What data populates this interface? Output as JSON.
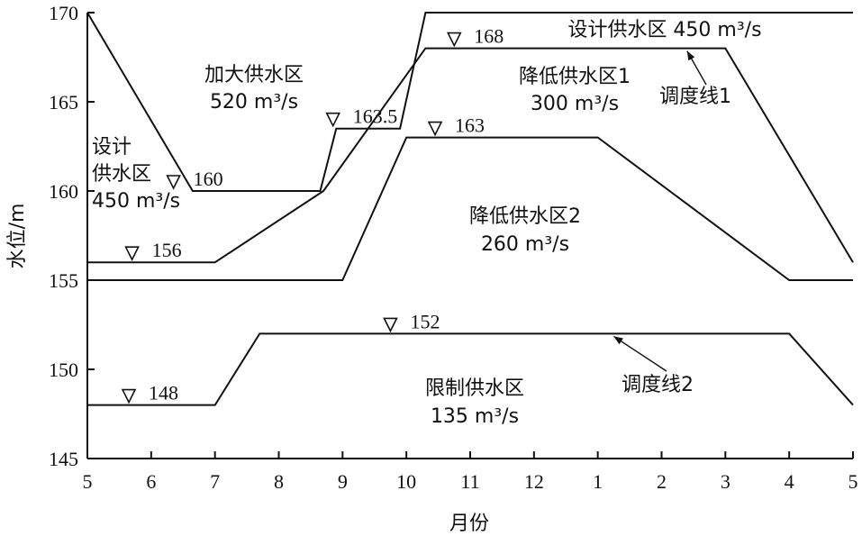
{
  "chart_data": {
    "type": "line",
    "xlabel": "月份",
    "ylabel": "水位/m",
    "x_ticks": [
      "5",
      "6",
      "7",
      "8",
      "9",
      "10",
      "11",
      "12",
      "1",
      "2",
      "3",
      "4",
      "5"
    ],
    "y_ticks": [
      145,
      150,
      155,
      160,
      165,
      170
    ],
    "xlim": [
      0,
      12
    ],
    "ylim": [
      145,
      170
    ],
    "series": [
      {
        "points": [
          [
            0,
            170
          ],
          [
            1.65,
            160
          ],
          [
            3.65,
            160
          ],
          [
            3.9,
            163.5
          ],
          [
            4.9,
            163.5
          ],
          [
            5.3,
            170
          ],
          [
            12,
            170
          ]
        ]
      },
      {
        "points": [
          [
            0,
            156
          ],
          [
            2,
            156
          ],
          [
            3.7,
            160
          ],
          [
            5.3,
            168
          ],
          [
            10,
            168
          ],
          [
            12,
            156
          ]
        ]
      },
      {
        "points": [
          [
            0,
            155
          ],
          [
            4,
            155
          ],
          [
            5,
            163
          ],
          [
            8,
            163
          ],
          [
            11,
            155
          ],
          [
            12,
            155
          ]
        ]
      },
      {
        "points": [
          [
            0,
            148
          ],
          [
            2,
            148
          ],
          [
            2.7,
            152
          ],
          [
            11,
            152
          ],
          [
            12,
            148
          ]
        ]
      }
    ],
    "level_labels": [
      {
        "x": 1.35,
        "y": 160,
        "text": "160"
      },
      {
        "x": 3.85,
        "y": 163.5,
        "text": "163.5"
      },
      {
        "x": 5.75,
        "y": 168,
        "text": "168"
      },
      {
        "x": 5.45,
        "y": 163,
        "text": "163"
      },
      {
        "x": 0.7,
        "y": 156,
        "text": "156"
      },
      {
        "x": 4.75,
        "y": 152,
        "text": "152"
      },
      {
        "x": 0.65,
        "y": 148,
        "text": "148"
      }
    ],
    "zones": [
      {
        "lines": [
          "加大供水区",
          "520 m³/s"
        ]
      },
      {
        "lines": [
          "设计",
          "供水区",
          "450 m³/s"
        ]
      },
      {
        "lines": [
          "设计供水区  450 m³/s"
        ]
      },
      {
        "lines": [
          "降低供水区1",
          "300 m³/s"
        ]
      },
      {
        "lines": [
          "降低供水区2",
          "260 m³/s"
        ]
      },
      {
        "lines": [
          "限制供水区",
          "135 m³/s"
        ]
      }
    ],
    "annotations": [
      {
        "text": "调度线1",
        "arrow_to": [
          9.4,
          168
        ]
      },
      {
        "text": "调度线2",
        "arrow_to": [
          8.25,
          152
        ]
      }
    ]
  }
}
